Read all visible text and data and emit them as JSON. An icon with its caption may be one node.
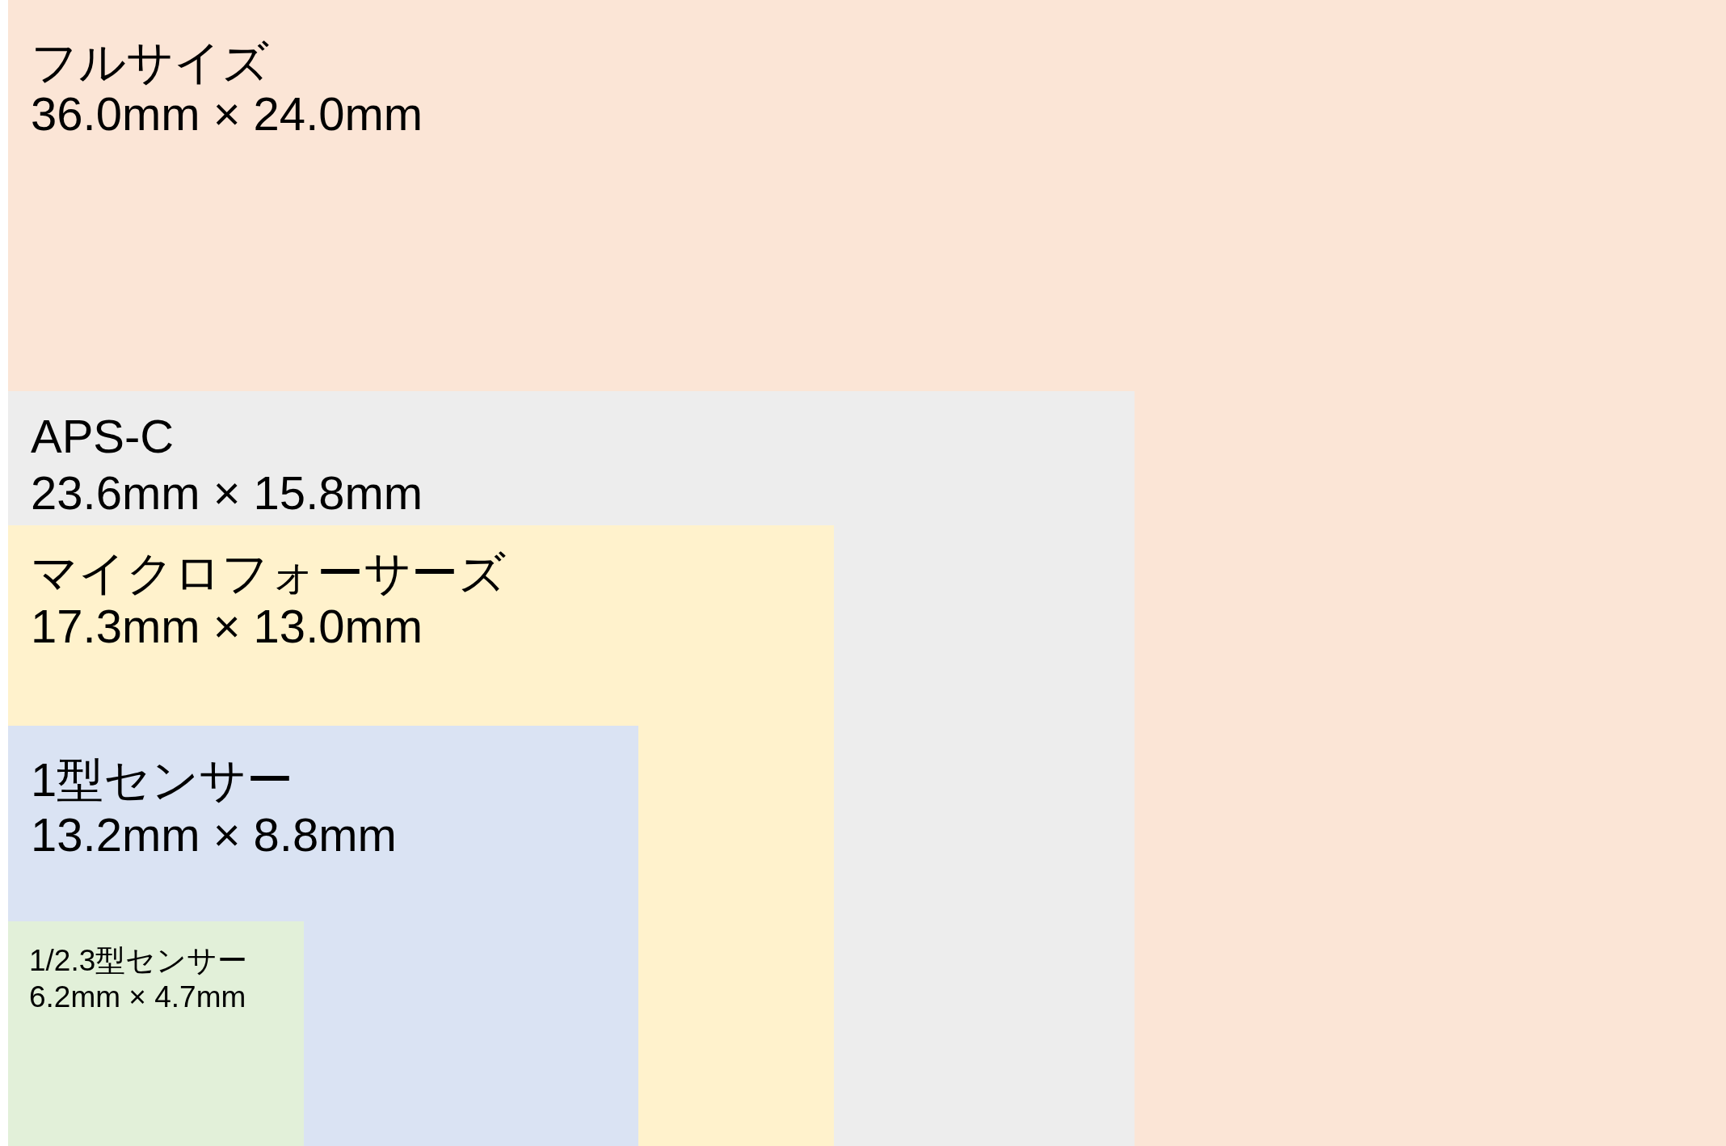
{
  "diagram": {
    "nodes": [
      {
        "text": [
          "フルサイズ",
          "36.0mm × 24.0mm"
        ]
      },
      {
        "text": [
          "APS-C",
          "23.6mm × 15.8mm"
        ],
        "in": 0
      },
      {
        "text": [
          "マイクロフォーサーズ",
          "17.3mm × 13.0mm"
        ],
        "in": 1
      },
      {
        "text": [
          "1型センサー",
          "13.2mm × 8.8mm"
        ],
        "in": 2
      },
      {
        "text": [
          "1/2.3型センサー",
          "6.2mm × 4.7mm"
        ],
        "in": 3
      }
    ]
  }
}
